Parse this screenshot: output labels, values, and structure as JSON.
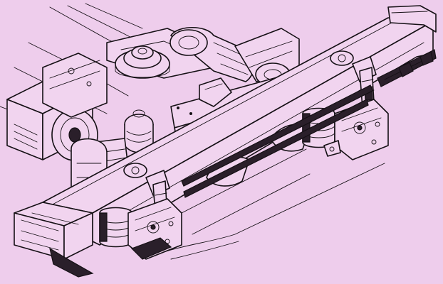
{
  "figure": {
    "background_color": "#eecdec",
    "ink_color": "#151015",
    "parts": [
      "bogie-frame-sidebeam",
      "front-end-box",
      "primary-spring",
      "damper",
      "axlebox",
      "wheel",
      "traction-motor",
      "suspension-bracket",
      "pivot-center",
      "gearbox",
      "leaf-spring",
      "rear-frame"
    ]
  }
}
